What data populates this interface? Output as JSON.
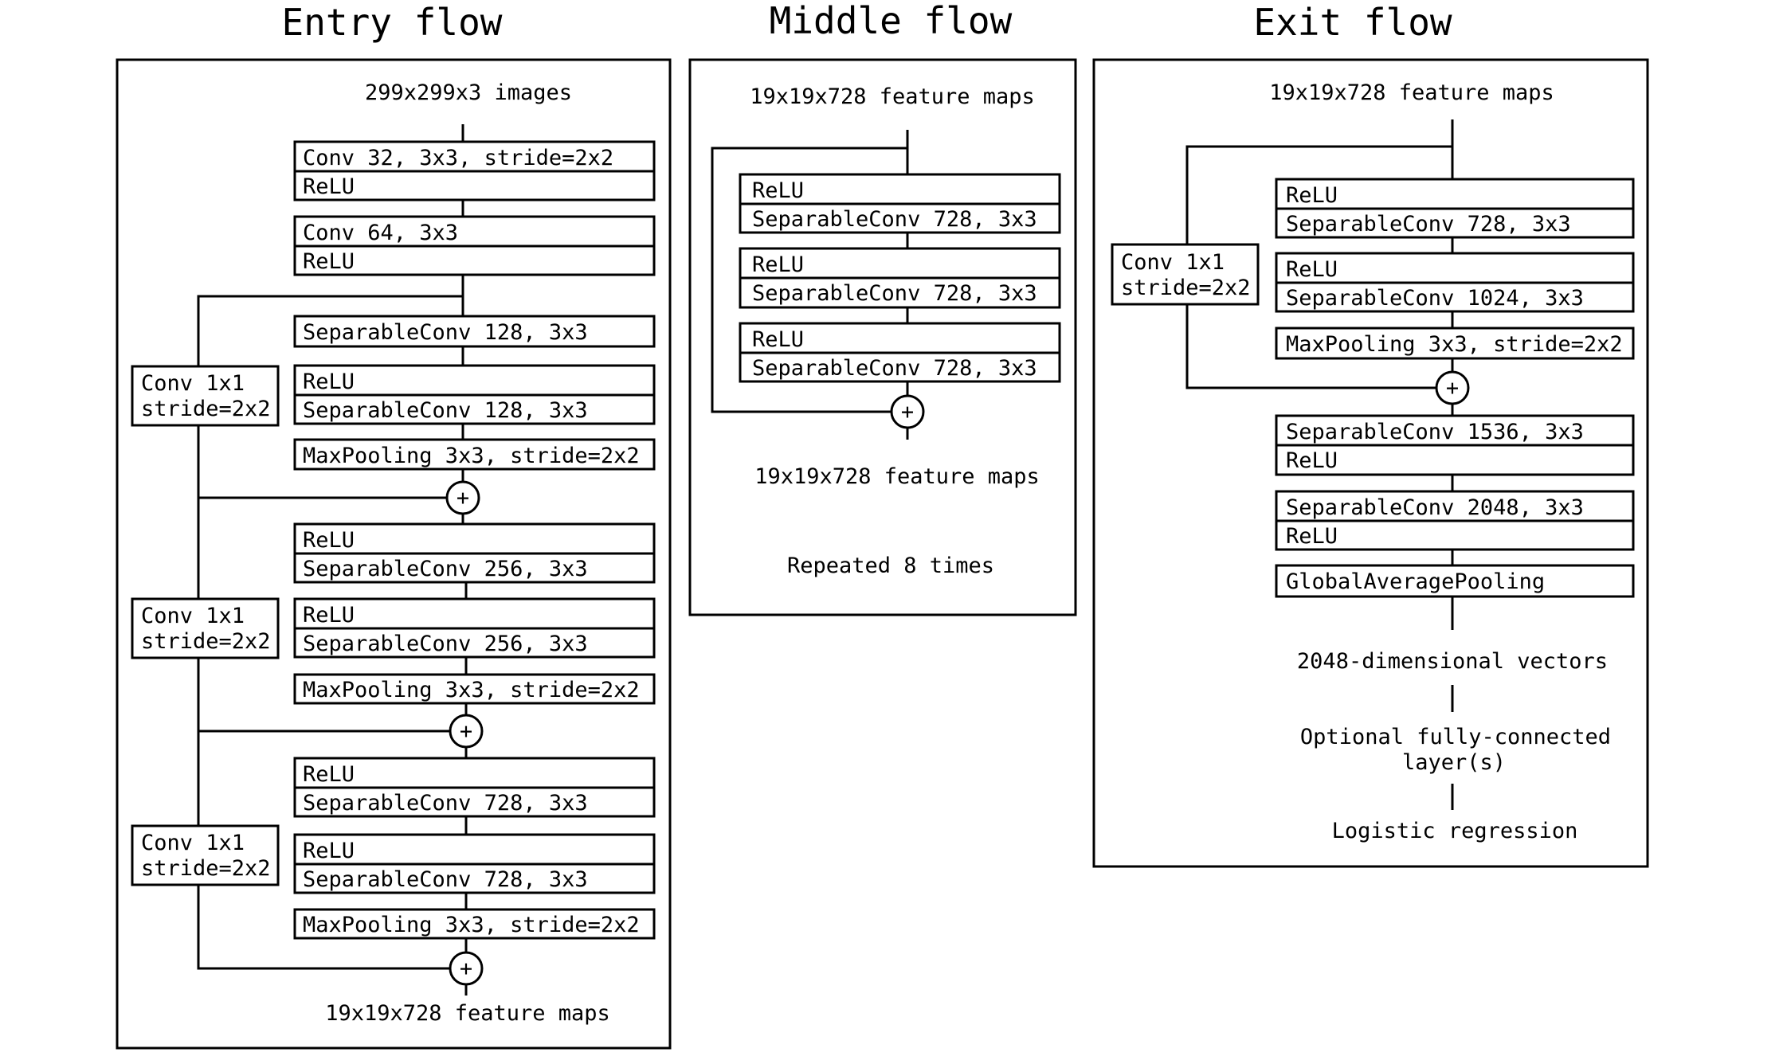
{
  "entry_flow": {
    "title": "Entry flow",
    "input_label": "299x299x3 images",
    "output_label": "19x19x728 feature maps",
    "blocks": [
      [
        "Conv 32, 3x3, stride=2x2",
        "ReLU"
      ],
      [
        "Conv 64, 3x3",
        "ReLU"
      ],
      [
        "SeparableConv 128, 3x3"
      ],
      [
        "ReLU",
        "SeparableConv 128, 3x3"
      ],
      [
        "MaxPooling 3x3, stride=2x2"
      ],
      [
        "ReLU",
        "SeparableConv 256, 3x3"
      ],
      [
        "ReLU",
        "SeparableConv 256, 3x3"
      ],
      [
        "MaxPooling 3x3, stride=2x2"
      ],
      [
        "ReLU",
        "SeparableConv 728, 3x3"
      ],
      [
        "ReLU",
        "SeparableConv 728, 3x3"
      ],
      [
        "MaxPooling 3x3, stride=2x2"
      ]
    ],
    "shortcuts": [
      [
        "Conv 1x1",
        "stride=2x2"
      ],
      [
        "Conv 1x1",
        "stride=2x2"
      ],
      [
        "Conv 1x1",
        "stride=2x2"
      ]
    ],
    "adder_symbol": "+"
  },
  "middle_flow": {
    "title": "Middle flow",
    "input_label": "19x19x728 feature maps",
    "output_label": "19x19x728 feature maps",
    "repeat_note": "Repeated 8 times",
    "blocks": [
      [
        "ReLU",
        "SeparableConv 728, 3x3"
      ],
      [
        "ReLU",
        "SeparableConv 728, 3x3"
      ],
      [
        "ReLU",
        "SeparableConv 728, 3x3"
      ]
    ],
    "adder_symbol": "+"
  },
  "exit_flow": {
    "title": "Exit flow",
    "input_label": "19x19x728 feature maps",
    "blocks": [
      [
        "ReLU",
        "SeparableConv 728, 3x3"
      ],
      [
        "ReLU",
        "SeparableConv 1024, 3x3"
      ],
      [
        "MaxPooling 3x3, stride=2x2"
      ],
      [
        "SeparableConv 1536, 3x3",
        "ReLU"
      ],
      [
        "SeparableConv 2048, 3x3",
        "ReLU"
      ],
      [
        "GlobalAveragePooling"
      ]
    ],
    "shortcut": [
      "Conv 1x1",
      "stride=2x2"
    ],
    "vector_label": "2048-dimensional vectors",
    "fc_label": [
      "Optional fully-connected",
      "layer(s)"
    ],
    "final_label": "Logistic regression",
    "adder_symbol": "+"
  }
}
